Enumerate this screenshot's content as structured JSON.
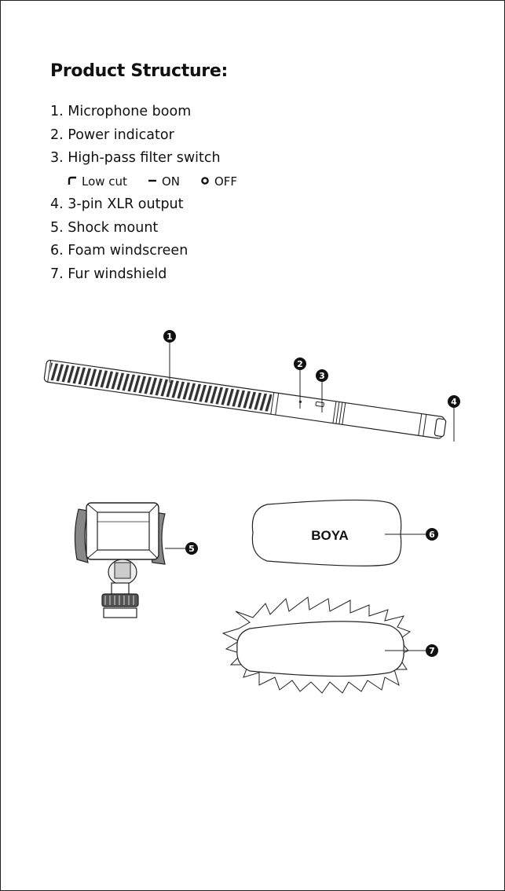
{
  "title": "Product Structure:",
  "items": [
    "1. Microphone boom",
    "2. Power indicator",
    "3. High-pass filter switch",
    "4. 3-pin XLR output",
    "5. Shock mount",
    "6. Foam windscreen",
    "7. Fur windshield"
  ],
  "filter_legend": {
    "low_cut": "Low cut",
    "on": "ON",
    "off": "OFF"
  },
  "brand": "BOYA",
  "callouts": [
    "1",
    "2",
    "3",
    "4",
    "5",
    "6",
    "7"
  ]
}
